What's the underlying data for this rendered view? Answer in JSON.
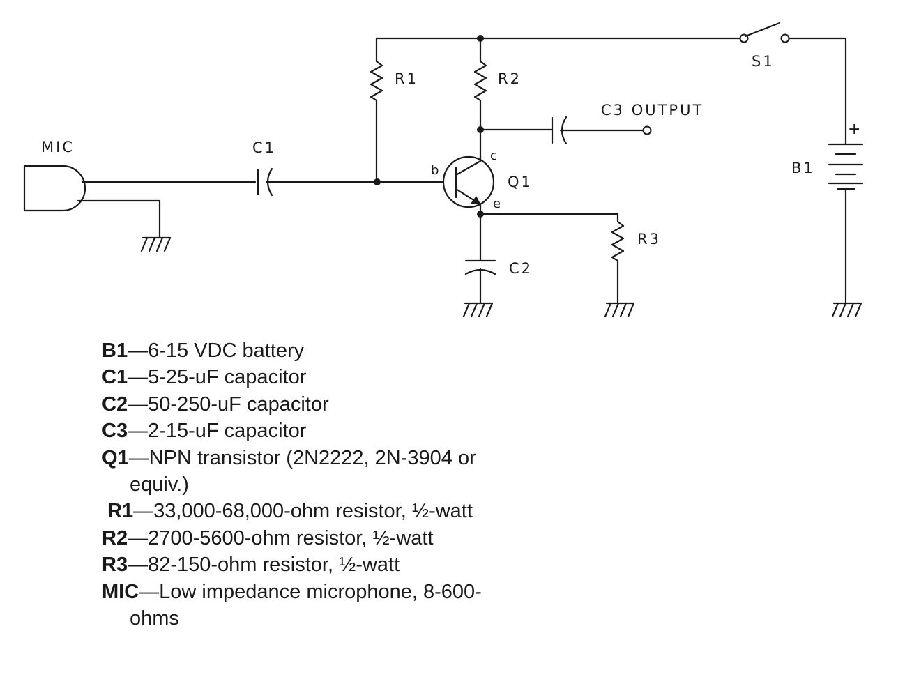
{
  "labels": {
    "mic": "MIC",
    "c1": "C1",
    "r1": "R1",
    "r2": "R2",
    "c3_output": "C3 OUTPUT",
    "s1": "S1",
    "b1": "B1",
    "plus": "+",
    "q1": "Q1",
    "base": "b",
    "collector": "c",
    "emitter": "e",
    "r3": "R3",
    "c2": "C2"
  },
  "parts_list": [
    {
      "ref": "B1",
      "desc": "—6-15 VDC battery"
    },
    {
      "ref": "C1",
      "desc": "—5-25-uF capacitor"
    },
    {
      "ref": "C2",
      "desc": "—50-250-uF capacitor"
    },
    {
      "ref": "C3",
      "desc": "—2-15-uF capacitor"
    },
    {
      "ref": "Q1",
      "desc": "—NPN transistor (2N2222, 2N-3904 or equiv.)"
    },
    {
      "ref": "R1",
      "desc": "—33,000-68,000-ohm resistor, ½-watt"
    },
    {
      "ref": "R2",
      "desc": "—2700-5600-ohm resistor, ½-watt"
    },
    {
      "ref": "R3",
      "desc": "—82-150-ohm resistor, ½-watt"
    },
    {
      "ref": "MIC",
      "desc": "—Low impedance microphone, 8-600-ohms"
    }
  ]
}
